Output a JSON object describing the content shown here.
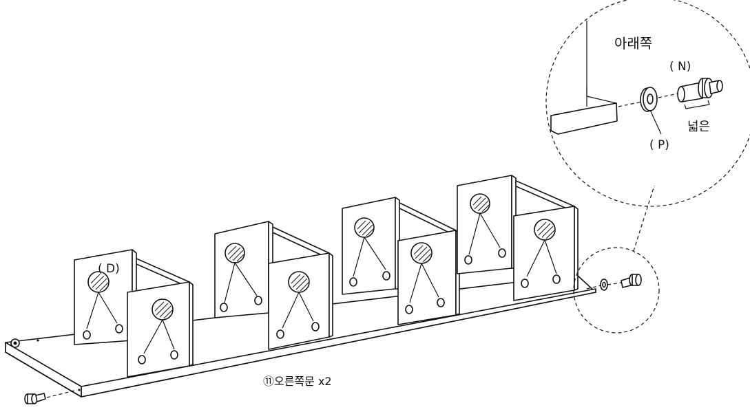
{
  "labels": {
    "bottom_side": "아래쪽",
    "part_n": "( N)",
    "part_p": "( P)",
    "wide_side": "넓은",
    "part_d": "( D)",
    "panel_name": "⑪오른쪽문  x2"
  }
}
